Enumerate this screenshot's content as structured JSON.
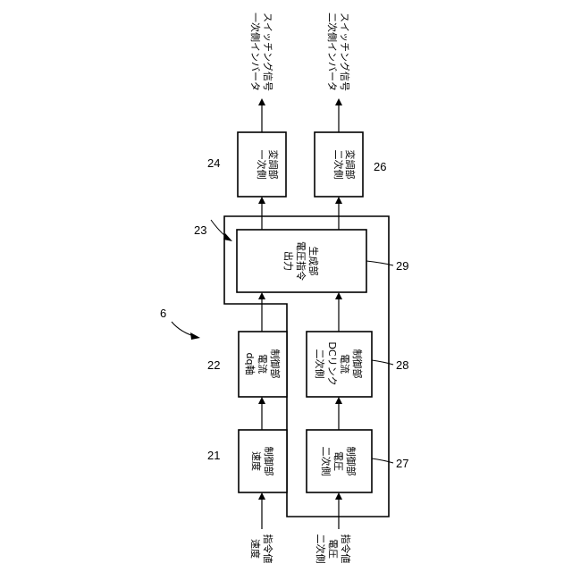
{
  "diagram": {
    "figure_number": "6",
    "blocks": {
      "speed_control": {
        "ref": "21",
        "lines": [
          "速度",
          "制御部"
        ]
      },
      "dq_current_control": {
        "ref": "22",
        "lines": [
          "dq軸",
          "電流",
          "制御部"
        ]
      },
      "secondary_voltage_control": {
        "ref": "27",
        "lines": [
          "二次側",
          "電圧",
          "制御部"
        ]
      },
      "secondary_dc_link_current_control": {
        "ref": "28",
        "lines": [
          "二次側",
          "DCリンク",
          "電流",
          "制御部"
        ]
      },
      "output_voltage_command_generator": {
        "ref": "29",
        "lines": [
          "出力",
          "電圧指令",
          "生成部"
        ]
      },
      "primary_modulator": {
        "ref": "24",
        "lines": [
          "一次側",
          "変調部"
        ]
      },
      "secondary_modulator": {
        "ref": "26",
        "lines": [
          "二次側",
          "変調部"
        ]
      }
    },
    "group": {
      "ref": "23"
    },
    "inputs": {
      "speed_command": {
        "lines": [
          "速度",
          "指令値"
        ]
      },
      "secondary_voltage_command": {
        "lines": [
          "二次側",
          "電圧",
          "指令値"
        ]
      }
    },
    "outputs": {
      "primary_switching_signal": {
        "lines": [
          "一次側インバータ",
          "スイッチング信号"
        ]
      },
      "secondary_switching_signal": {
        "lines": [
          "二次側インバータ",
          "スイッチング信号"
        ]
      }
    }
  }
}
